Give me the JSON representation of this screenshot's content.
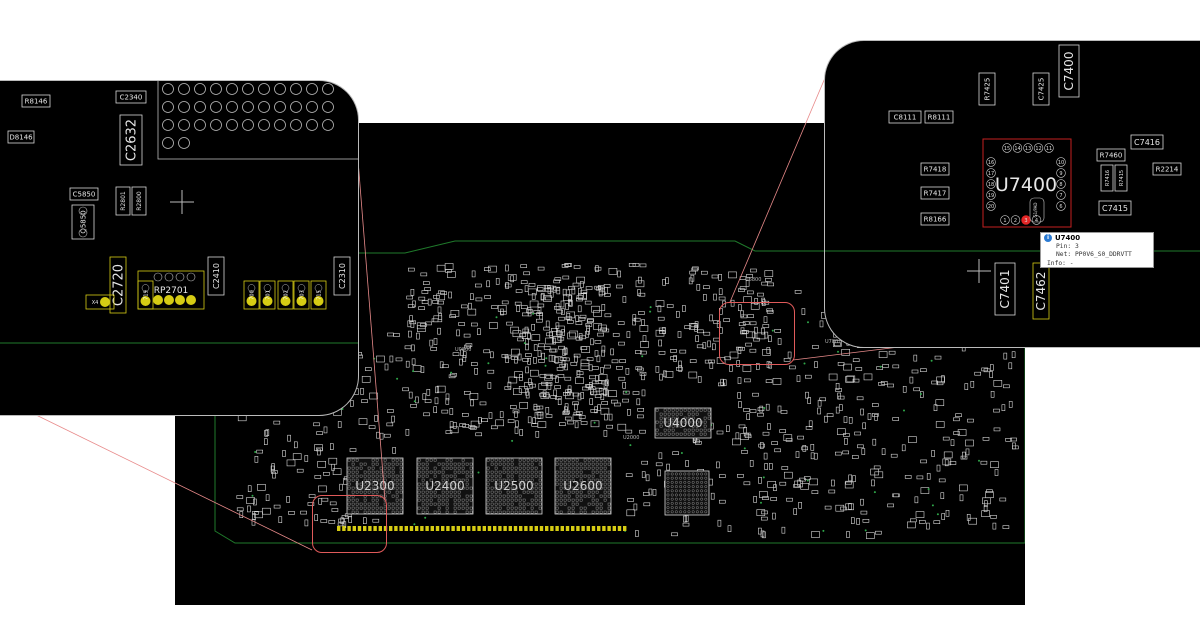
{
  "board": {
    "chips": [
      "U2300",
      "U2400",
      "U2500",
      "U2600",
      "U4000"
    ],
    "small_labels": [
      "U6800",
      "U0800",
      "U2000",
      "U7801"
    ]
  },
  "left_zoom": {
    "labels": [
      "R8146",
      "C2340",
      "C2632",
      "D8146",
      "C5850",
      "Q5850",
      "R2801",
      "R2800",
      "C2720",
      "RP2701",
      "C2410",
      "C2310",
      "X4",
      "719",
      "700",
      "701",
      "702",
      "703",
      "715"
    ]
  },
  "right_zoom": {
    "chip_label": "U7400",
    "labels": [
      "R7425",
      "C7425",
      "C7400",
      "C8111",
      "R8111",
      "C7416",
      "R7460",
      "R2214",
      "R7416",
      "R7415",
      "R7418",
      "R7417",
      "C7415",
      "R8166",
      "C7401",
      "C7462"
    ],
    "pins_top": [
      "15",
      "14",
      "13",
      "12",
      "11"
    ],
    "pins_left": [
      "16",
      "17",
      "18",
      "19",
      "20"
    ],
    "pins_right": [
      "10",
      "9",
      "8",
      "7",
      "6"
    ],
    "pins_bottom": [
      "1",
      "2",
      "3",
      "4"
    ],
    "pin_center_label": "G1/PAD"
  },
  "tooltip": {
    "title": "U7400",
    "pin_label": "Pin:",
    "pin_value": "3",
    "net_label": "Net:",
    "net_value": "PP0V6_S0_DDRVTT",
    "info_label": "Info:",
    "info_value": "-"
  },
  "colors": {
    "board_bg": "#000000",
    "outline": "#1f7a2b",
    "component": "#d8d8d8",
    "pin_yellow": "#d6cc14",
    "highlight": "#e05a5a",
    "selected_pin": "#e52626"
  }
}
